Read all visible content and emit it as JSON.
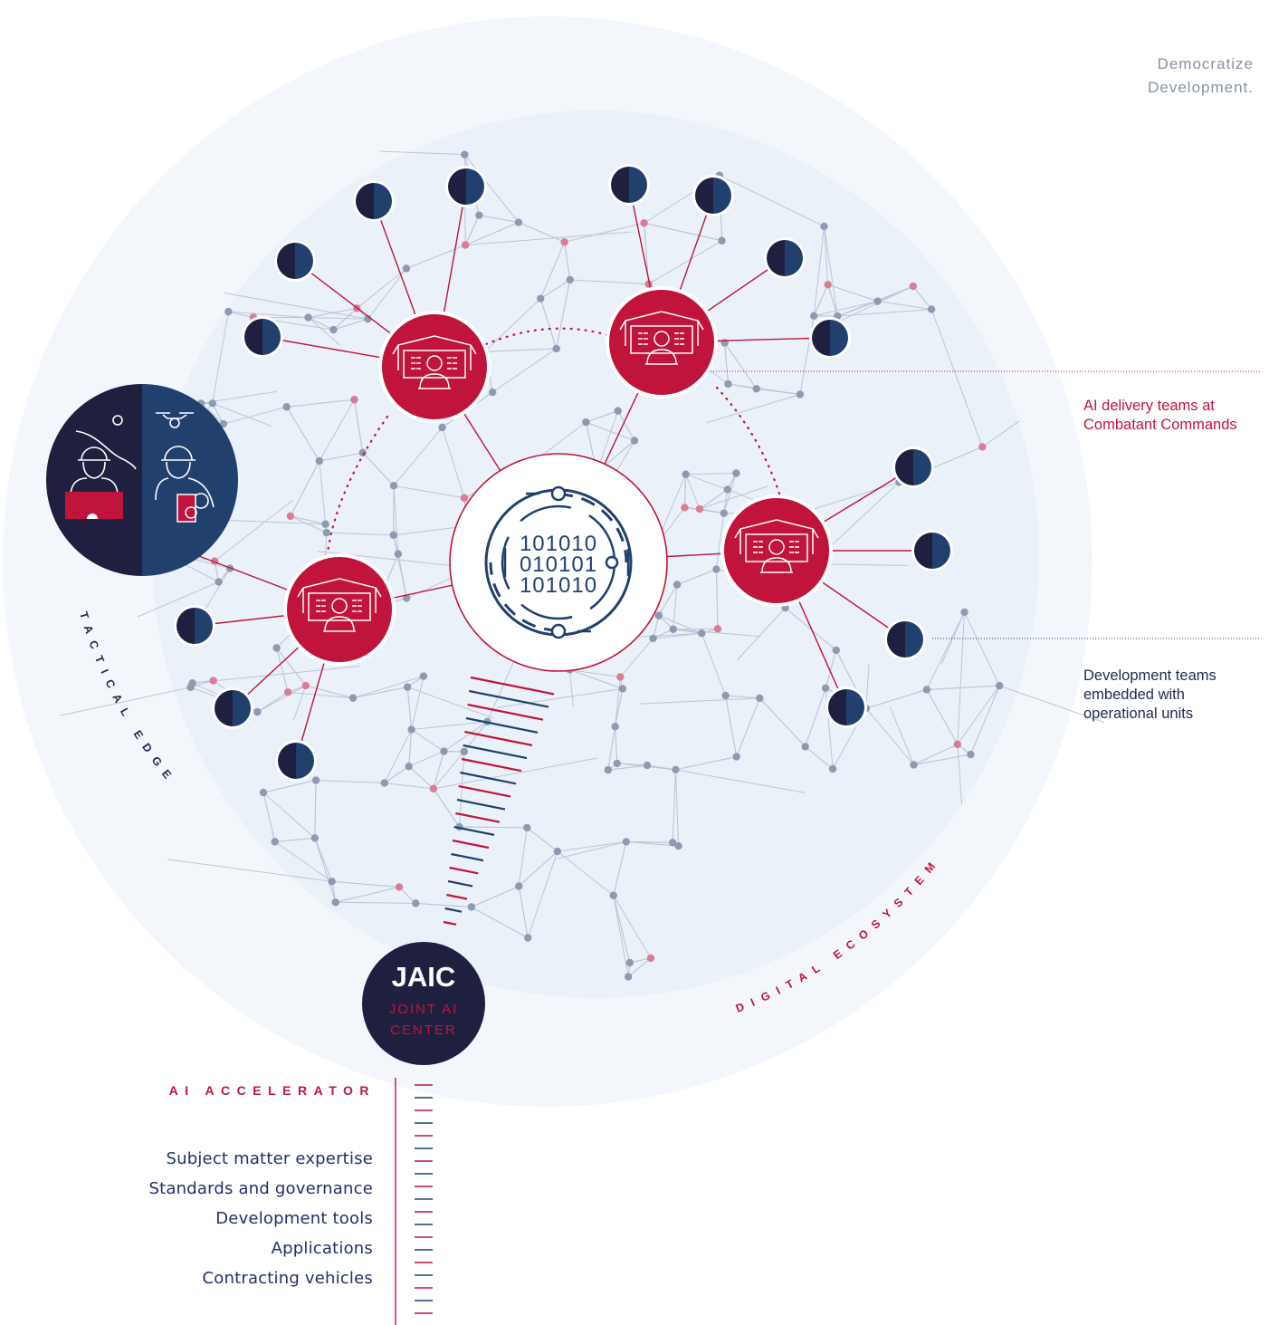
{
  "tagline": {
    "line1": "Democratize",
    "line2": "Development."
  },
  "hub": {
    "binary": [
      "101010",
      "010101",
      "101010"
    ]
  },
  "jaic": {
    "title": "JAIC",
    "subtitle_line1": "JOINT AI",
    "subtitle_line2": "CENTER"
  },
  "arc_labels": {
    "tactical_edge": "TACTICAL EDGE",
    "digital_ecosystem": "DIGITAL ECOSYSTEM"
  },
  "callouts": {
    "combatant": {
      "line1": "AI delivery teams at",
      "line2": "Combatant Commands"
    },
    "development": {
      "line1": "Development teams",
      "line2": "embedded with",
      "line3": "operational units"
    }
  },
  "accelerator": {
    "title": "AI ACCELERATOR",
    "items": [
      "Subject matter expertise",
      "Standards and governance",
      "Development tools",
      "Applications",
      "Contracting vehicles"
    ]
  },
  "colors": {
    "red": "#c0143c",
    "navy": "#1f2b4d",
    "blue": "#22406e",
    "bg_light": "#f3f7fc",
    "network_line": "#b9c3d1",
    "dot_gray": "#8d9bb1",
    "dot_pink": "#db7c94"
  },
  "icons": {
    "delivery_team": "monitor-person-icon",
    "unit_node": "half-circle-icon",
    "tactical": "soldier-drone-icon"
  }
}
